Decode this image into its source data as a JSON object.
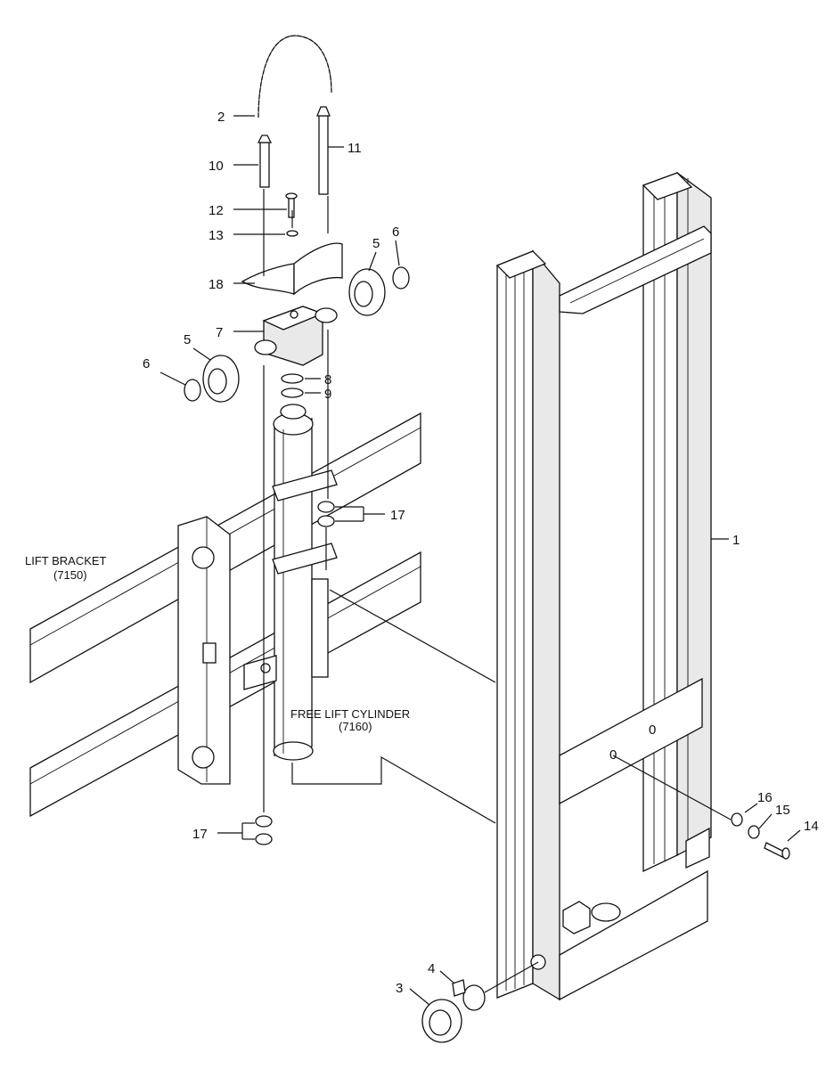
{
  "callouts": {
    "c1": "1",
    "c2": "2",
    "c3": "3",
    "c4": "4",
    "c5a": "5",
    "c5b": "5",
    "c6a": "6",
    "c6b": "6",
    "c7": "7",
    "c8": "8",
    "c9": "9",
    "c10": "10",
    "c11": "11",
    "c12": "12",
    "c13": "13",
    "c14": "14",
    "c15": "15",
    "c16": "16",
    "c17a": "17",
    "c17b": "17",
    "c18": "18"
  },
  "captions": {
    "lift_bracket_title": "LIFT BRACKET",
    "lift_bracket_ref": "(7150)",
    "free_lift_title": "FREE LIFT CYLINDER",
    "free_lift_ref": "(7160)"
  },
  "plate_marks": {
    "upper": "0",
    "lower": "0"
  }
}
